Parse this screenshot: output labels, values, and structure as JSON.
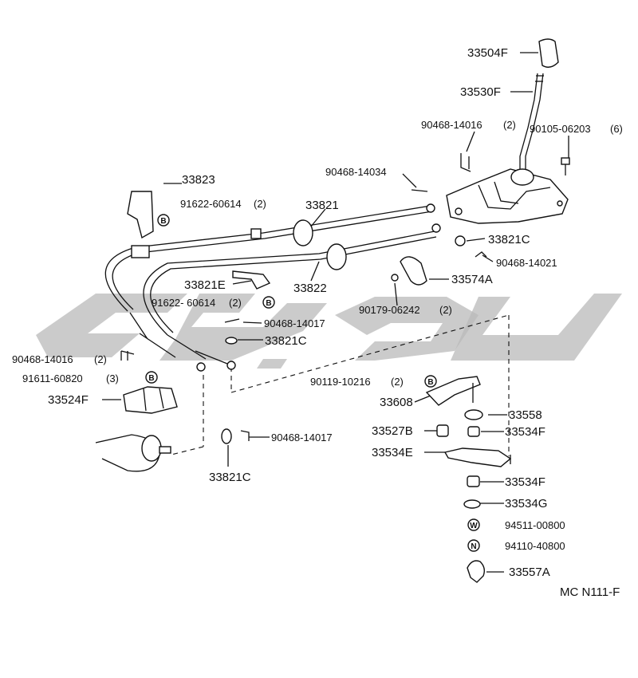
{
  "part_labels": {
    "knob": "33504F",
    "lever": "33530F",
    "bolt_small_top": "90468-14016",
    "bolt_small_top_qty": "(2)",
    "bolt_right_top": "90105-06203",
    "bolt_right_top_qty": "(6)",
    "clip_upper": "90468-14034",
    "bracket_upper": "33823",
    "bolt_bracket": "91622-60614",
    "bolt_bracket_qty": "(2)",
    "cable_upper": "33821",
    "bushing_right": "33821C",
    "clip_right": "90468-14021",
    "cable_lower": "33822",
    "retainer_left": "33821E",
    "bolt_retainer": "91622- 60614",
    "bolt_retainer_qty": "(2)",
    "grommet_right": "33574A",
    "nut_grommet": "90179-06242",
    "nut_grommet_qty": "(2)",
    "clip_mid": "90468-14017",
    "bushing_mid": "33821C",
    "clip_left": "90468-14016",
    "clip_left_qty": "(2)",
    "bolt_left": "91611-60820",
    "bolt_left_qty": "(3)",
    "bracket_left": "33524F",
    "bolt_lever": "90119-10216",
    "bolt_lever_qty": "(2)",
    "lever_selector": "33608",
    "bushing_558": "33558",
    "bushing_527": "33527B",
    "collar_upper": "33534F",
    "lever_534": "33534E",
    "collar_lower": "33534F",
    "washer_534": "33534G",
    "washer_w": "94511-00800",
    "nut_n": "94110-40800",
    "cap_557": "33557A",
    "clip_bottom": "90468-14017",
    "bushing_bottom": "33821C"
  },
  "symbols": {
    "b": "B",
    "w": "W",
    "n": "N"
  },
  "figure_code": "MC N111-F"
}
